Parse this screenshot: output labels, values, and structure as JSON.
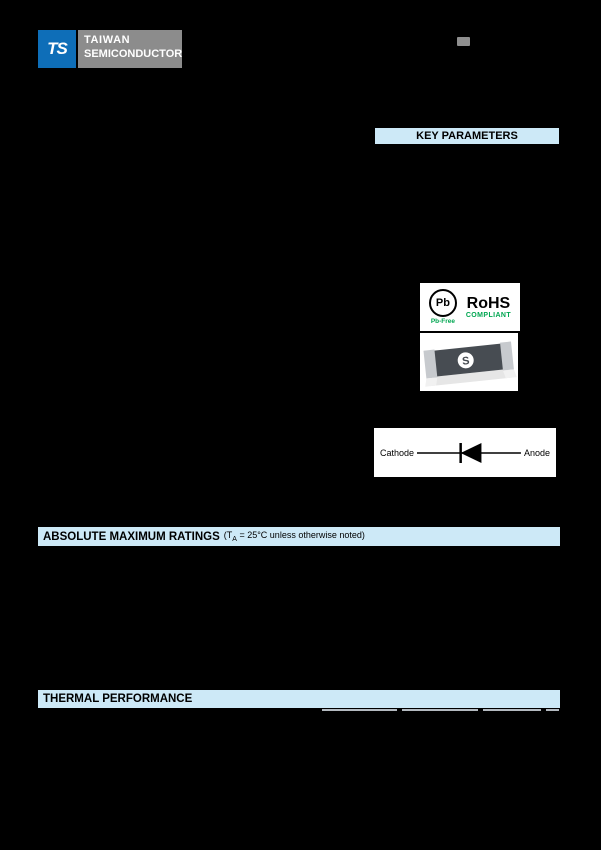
{
  "colors": {
    "page_bg": "#000000",
    "header_bar": "#CDE9F7",
    "logo_blue": "#0E6EB8",
    "logo_gray": "#8C8C8C",
    "compliance_green": "#00A651"
  },
  "logo": {
    "monogram": "TS",
    "line1": "TAIWAN",
    "line2": "SEMICONDUCTOR"
  },
  "key_parameters": {
    "title": "KEY PARAMETERS"
  },
  "compliance": {
    "pb": "Pb",
    "pb_free": "Pb-Free",
    "rohs": "RoHS",
    "compliant": "COMPLIANT"
  },
  "package_photo": {
    "logo_letter": "S"
  },
  "diode_symbol": {
    "left_label": "Cathode",
    "right_label": "Anode"
  },
  "absolute_maximum": {
    "title": "ABSOLUTE MAXIMUM RATINGS",
    "note_pre": "(T",
    "note_sub": "A",
    "note_post": " = 25°C unless otherwise noted)"
  },
  "thermal": {
    "title": "THERMAL PERFORMANCE"
  }
}
